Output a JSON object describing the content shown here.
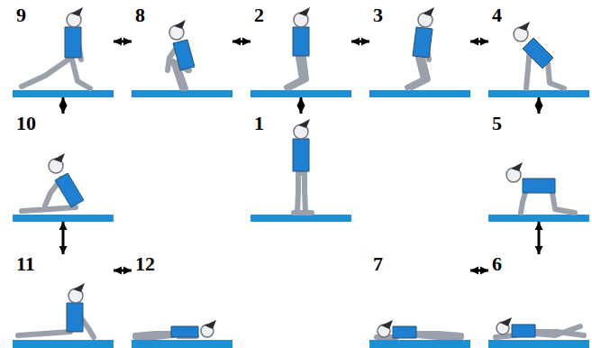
{
  "diagram": {
    "nodes": [
      {
        "text": [
          "9"
        ]
      },
      {
        "text": [
          "8"
        ]
      },
      {
        "text": [
          "2"
        ]
      },
      {
        "text": [
          "3"
        ]
      },
      {
        "text": [
          "4"
        ]
      },
      {
        "text": [
          "10"
        ]
      },
      {
        "text": [
          "1"
        ]
      },
      {
        "text": [
          "5"
        ]
      },
      {
        "text": [
          "11"
        ]
      },
      {
        "text": [
          "12"
        ]
      },
      {
        "text": [
          "7"
        ]
      },
      {
        "text": [
          "6"
        ]
      }
    ],
    "edges": [
      {
        "from": 0,
        "to": 1,
        "arrow": "both"
      },
      {
        "from": 1,
        "to": 2,
        "arrow": "both"
      },
      {
        "from": 2,
        "to": 3,
        "arrow": "both"
      },
      {
        "from": 3,
        "to": 4,
        "arrow": "both"
      },
      {
        "from": 0,
        "to": 5,
        "arrow": "both"
      },
      {
        "from": 2,
        "to": 6,
        "arrow": "both"
      },
      {
        "from": 4,
        "to": 7,
        "arrow": "both"
      },
      {
        "from": 5,
        "to": 8,
        "arrow": "both"
      },
      {
        "from": 7,
        "to": 11,
        "arrow": "both"
      },
      {
        "from": 8,
        "to": 9,
        "arrow": "both"
      },
      {
        "from": 10,
        "to": 11,
        "arrow": "both"
      }
    ]
  }
}
